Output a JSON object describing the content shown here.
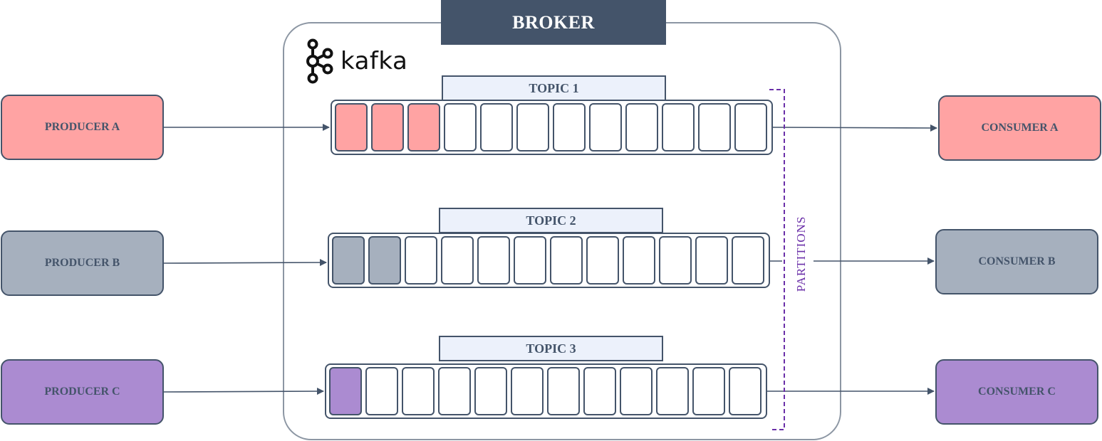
{
  "broker": {
    "title": "BROKER"
  },
  "logo": {
    "text": "kafka",
    "icon": "kafka-logo-icon"
  },
  "producers": [
    {
      "label": "PRODUCER A",
      "color": "#ffa3a3"
    },
    {
      "label": "PRODUCER B",
      "color": "#a6b0be"
    },
    {
      "label": "PRODUCER C",
      "color": "#ab8bd1"
    }
  ],
  "consumers": [
    {
      "label": "CONSUMER A",
      "color": "#ffa3a3"
    },
    {
      "label": "CONSUMER B",
      "color": "#a6b0be"
    },
    {
      "label": "CONSUMER C",
      "color": "#ab8bd1"
    }
  ],
  "topics": [
    {
      "label": "TOPIC 1",
      "cells": 12,
      "filled": 3,
      "fill_color": "#ffa3a3"
    },
    {
      "label": "TOPIC 2",
      "cells": 12,
      "filled": 2,
      "fill_color": "#a6b0be"
    },
    {
      "label": "TOPIC 3",
      "cells": 12,
      "filled": 1,
      "fill_color": "#ab8bd1"
    }
  ],
  "partitions_label": "PARTITIONS",
  "colors": {
    "stroke": "#44546a",
    "broker_header": "#44546a",
    "partitions": "#6a2fa8"
  }
}
